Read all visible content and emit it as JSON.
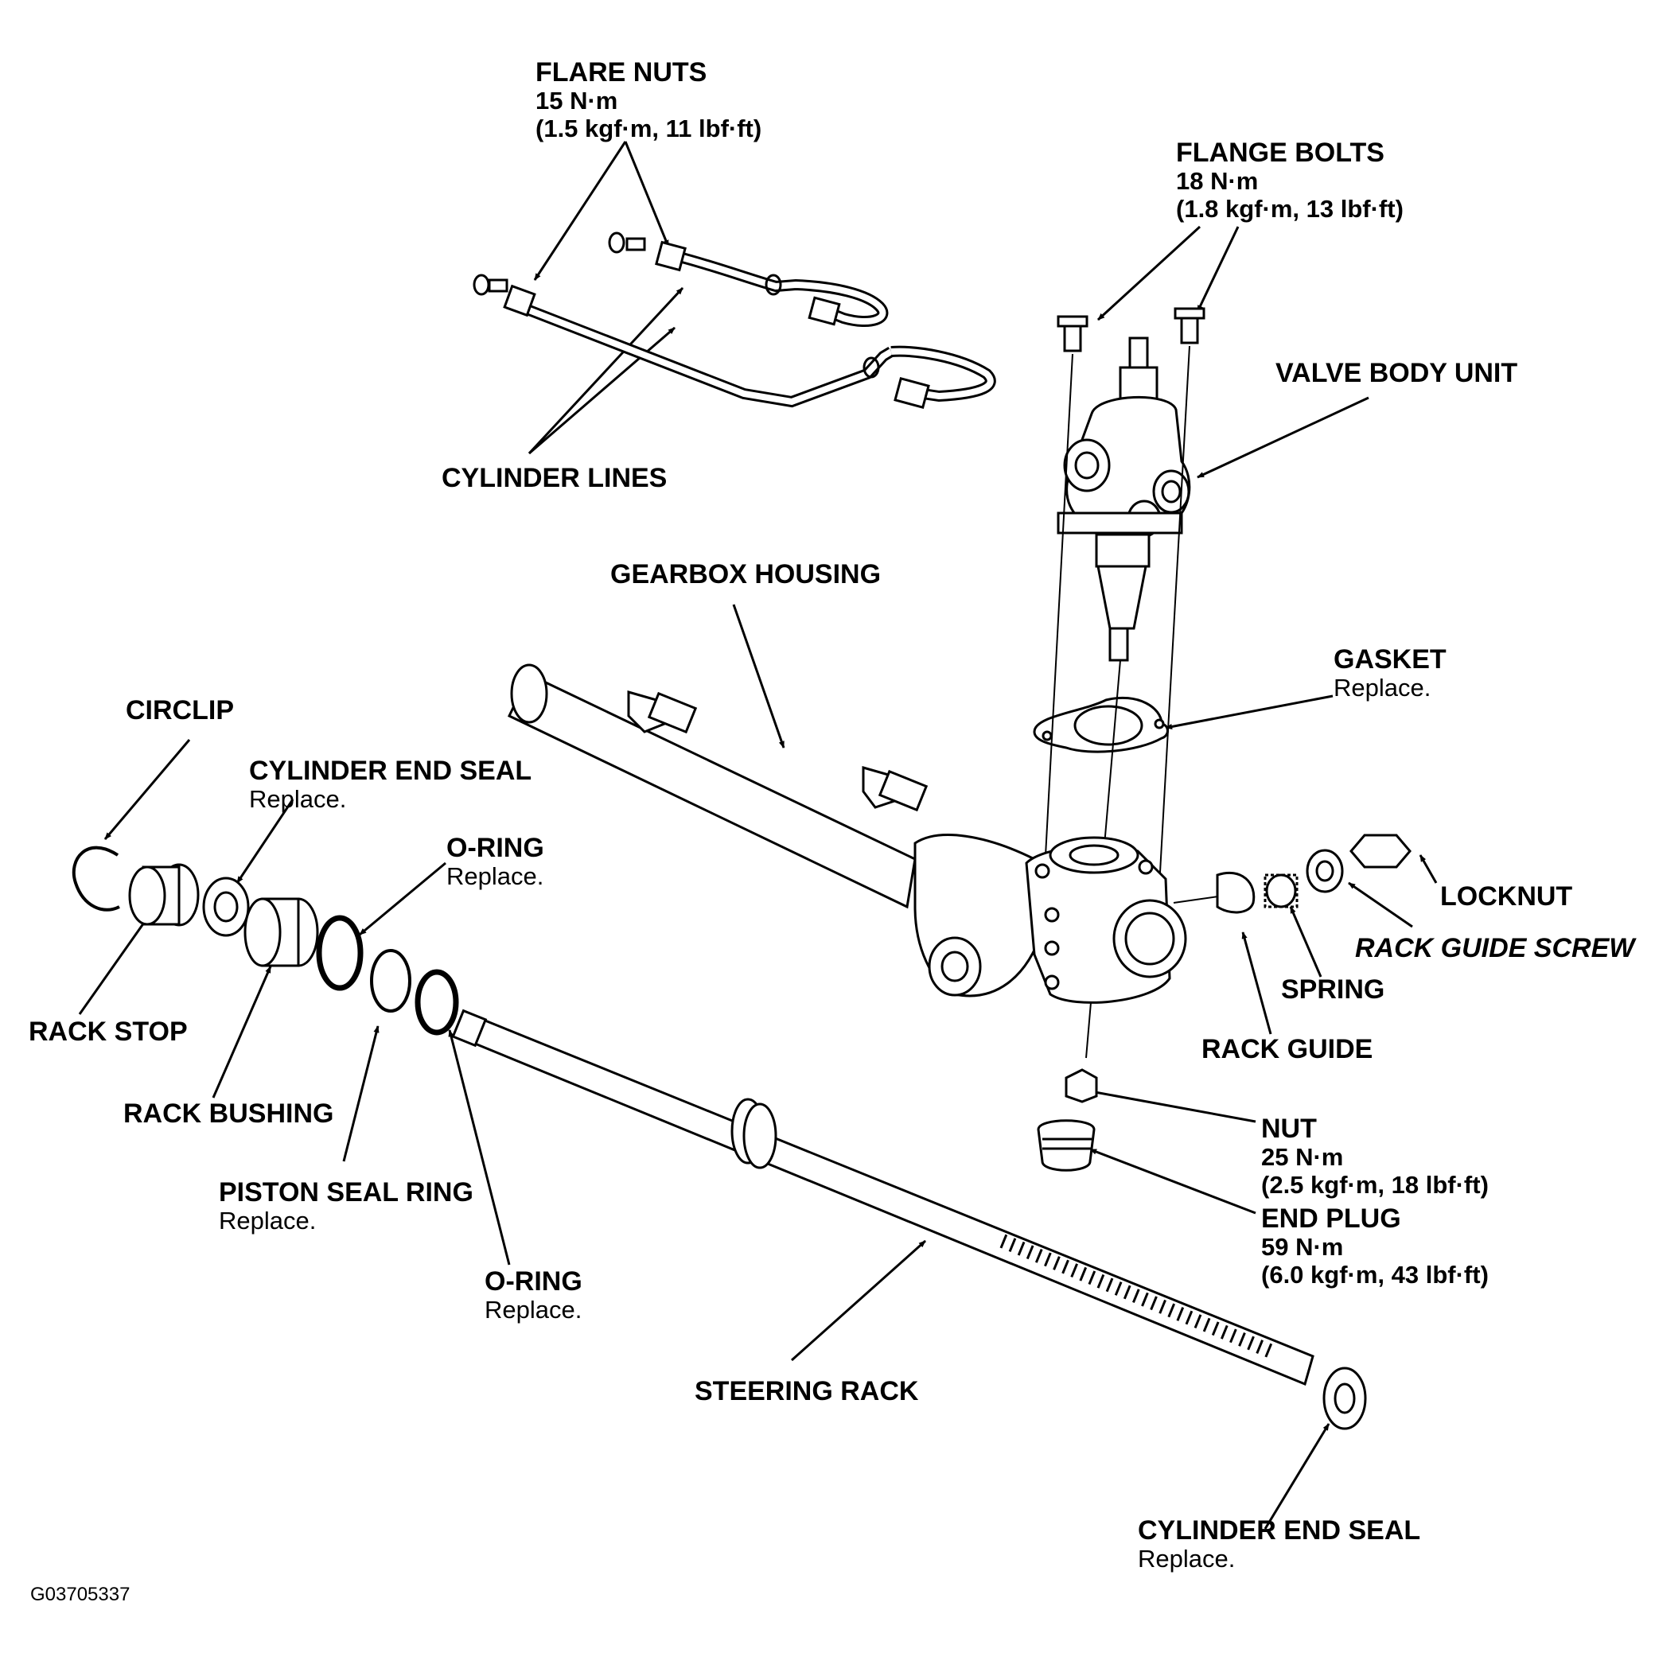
{
  "labels": {
    "flare_nuts": {
      "title": "FLARE NUTS",
      "torque": "15 N·m",
      "torque_alt": "(1.5 kgf·m, 11 lbf·ft)"
    },
    "flange_bolts": {
      "title": "FLANGE BOLTS",
      "torque": "18 N·m",
      "torque_alt": "(1.8 kgf·m, 13 lbf·ft)"
    },
    "valve_body_unit": {
      "title": "VALVE BODY UNIT"
    },
    "cylinder_lines": {
      "title": "CYLINDER LINES"
    },
    "gearbox_housing": {
      "title": "GEARBOX HOUSING"
    },
    "gasket": {
      "title": "GASKET",
      "note": "Replace."
    },
    "circlip": {
      "title": "CIRCLIP"
    },
    "cylinder_end_seal_left": {
      "title": "CYLINDER END SEAL",
      "note": "Replace."
    },
    "o_ring_upper": {
      "title": "O-RING",
      "note": "Replace."
    },
    "locknut": {
      "title": "LOCKNUT"
    },
    "rack_guide_screw": {
      "title": "RACK GUIDE SCREW"
    },
    "spring": {
      "title": "SPRING"
    },
    "rack_stop": {
      "title": "RACK STOP"
    },
    "rack_guide": {
      "title": "RACK GUIDE"
    },
    "rack_bushing": {
      "title": "RACK BUSHING"
    },
    "nut": {
      "title": "NUT",
      "torque": "25 N·m",
      "torque_alt": "(2.5 kgf·m, 18 lbf·ft)"
    },
    "end_plug": {
      "title": "END PLUG",
      "torque": "59 N·m",
      "torque_alt": "(6.0 kgf·m, 43 lbf·ft)"
    },
    "piston_seal_ring": {
      "title": "PISTON SEAL RING",
      "note": "Replace."
    },
    "o_ring_lower": {
      "title": "O-RING",
      "note": "Replace."
    },
    "steering_rack": {
      "title": "STEERING RACK"
    },
    "cylinder_end_seal_right": {
      "title": "CYLINDER END SEAL",
      "note": "Replace."
    }
  },
  "figure_code": "G03705337"
}
